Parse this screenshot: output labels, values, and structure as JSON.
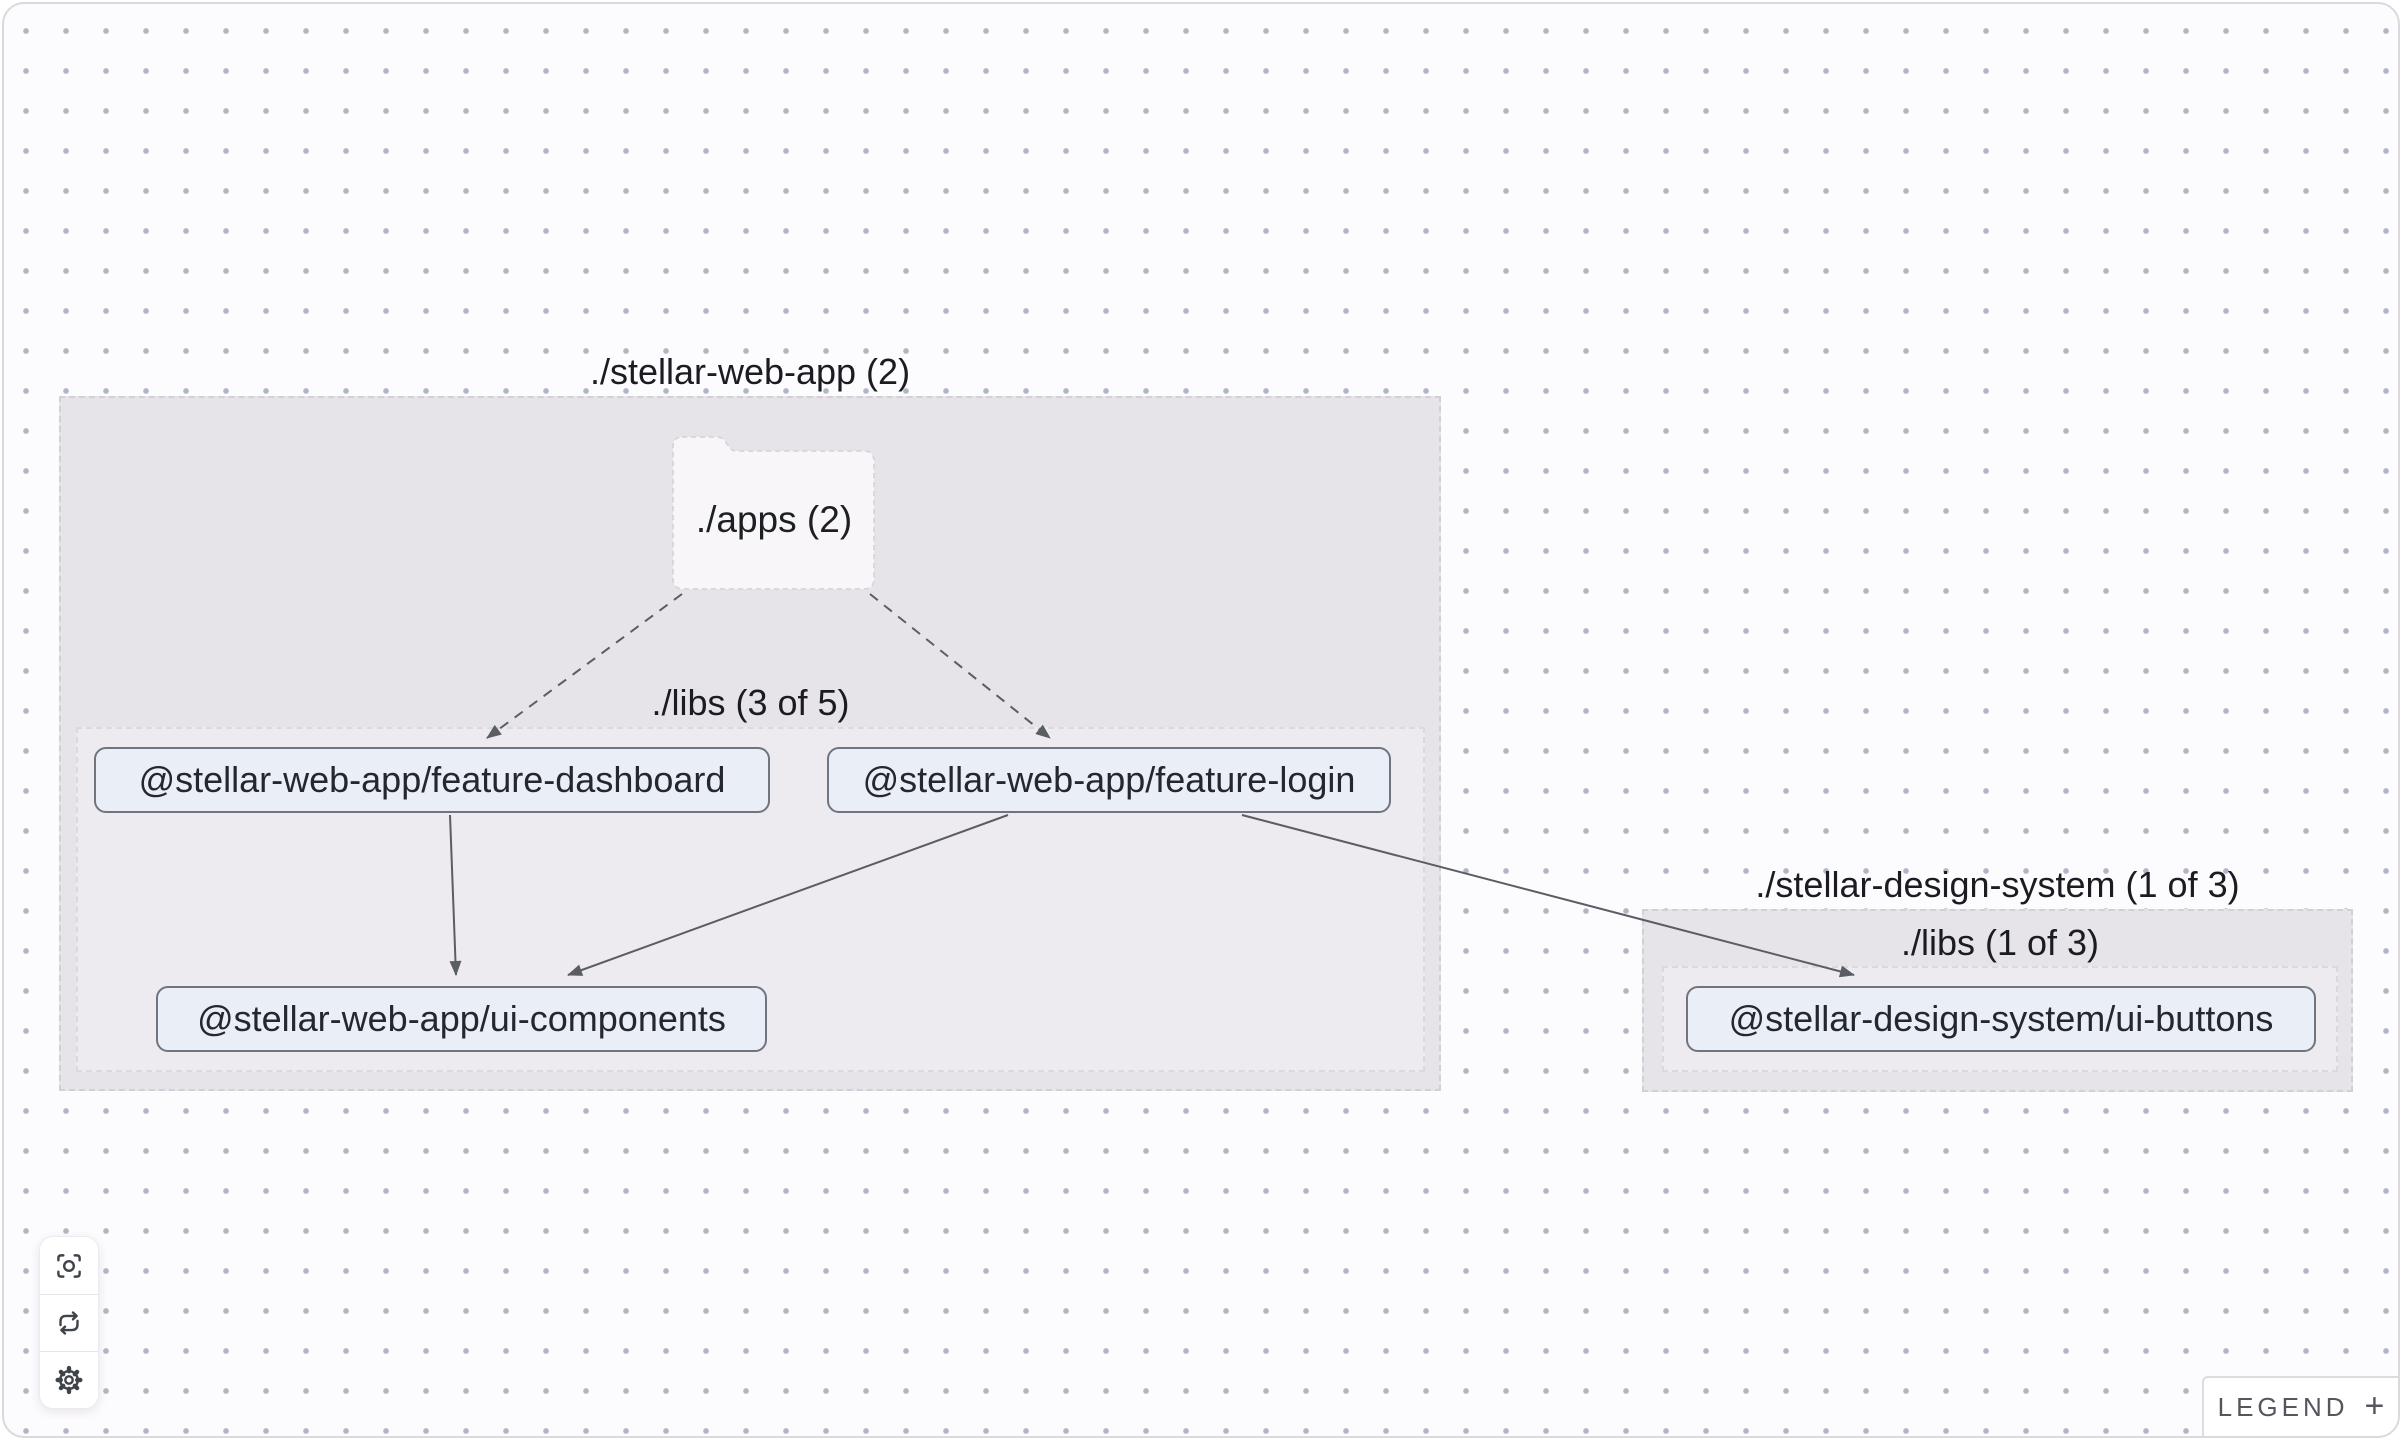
{
  "app": {
    "description": "Project dependency graph canvas"
  },
  "graph": {
    "groups": [
      {
        "id": "stellar-web-app",
        "label": "./stellar-web-app (2)"
      },
      {
        "id": "stellar-web-app-libs",
        "label": "./libs (3 of 5)"
      },
      {
        "id": "stellar-design-system",
        "label": "./stellar-design-system (1 of 3)"
      },
      {
        "id": "stellar-design-system-libs",
        "label": "./libs (1 of 3)"
      }
    ],
    "folder_node": {
      "id": "apps",
      "label": "./apps (2)"
    },
    "nodes": [
      {
        "id": "feature-dashboard",
        "label": "@stellar-web-app/feature-dashboard"
      },
      {
        "id": "feature-login",
        "label": "@stellar-web-app/feature-login"
      },
      {
        "id": "ui-components",
        "label": "@stellar-web-app/ui-components"
      },
      {
        "id": "ui-buttons",
        "label": "@stellar-design-system/ui-buttons"
      }
    ],
    "edges": [
      {
        "from": "./apps",
        "to": "@stellar-web-app/feature-dashboard",
        "style": "dashed"
      },
      {
        "from": "./apps",
        "to": "@stellar-web-app/feature-login",
        "style": "dashed"
      },
      {
        "from": "@stellar-web-app/feature-dashboard",
        "to": "@stellar-web-app/ui-components",
        "style": "solid"
      },
      {
        "from": "@stellar-web-app/feature-login",
        "to": "@stellar-web-app/ui-components",
        "style": "solid"
      },
      {
        "from": "@stellar-web-app/feature-login",
        "to": "@stellar-design-system/ui-buttons",
        "style": "solid"
      }
    ]
  },
  "toolbar": {
    "buttons": [
      {
        "icon": "zoom-to-fit-icon"
      },
      {
        "icon": "refresh-icon"
      },
      {
        "icon": "settings-icon"
      }
    ]
  },
  "legend": {
    "label": "LEGEND",
    "toggle_icon": "+"
  },
  "colors": {
    "canvas_background": "#fcfbfd",
    "dot_grid": "#909aac",
    "group_outer_fill": "#e7e4e9",
    "group_inner_fill": "#edebf0",
    "node_fill": "#eaeef7",
    "node_border": "#70747f",
    "edge": "#5a5d63",
    "label_text": "#1a1c21",
    "legend_text": "#54575e"
  }
}
